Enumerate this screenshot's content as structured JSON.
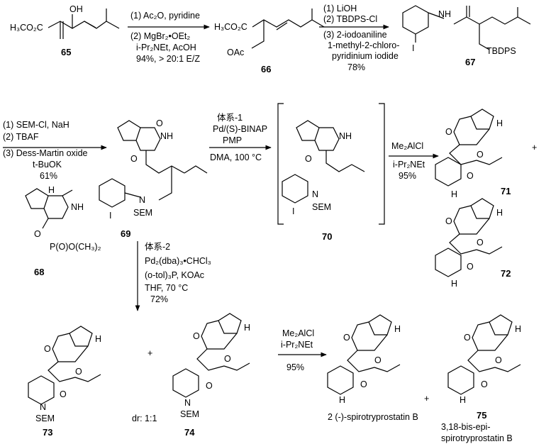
{
  "steps": {
    "s1": [
      "(1) Ac₂O, pyridine",
      "(2) MgBr₂•OEt₂",
      "i-Pr₂NEt, AcOH",
      "94%, > 20:1 E/Z"
    ],
    "s2": [
      "(1) LiOH",
      "(2) TBDPS-Cl",
      "(3) 2-iodoaniline",
      "1-methyl-2-chloro-",
      "pyridinium iodide",
      "78%"
    ],
    "s3": [
      "(1) SEM-Cl, NaH",
      "(2) TBAF",
      "(3) Dess-Martin oxide",
      "t-BuOK",
      "61%"
    ],
    "s4": [
      "体系-1",
      "Pd/(S)-BINAP",
      "PMP",
      "DMA, 100 °C"
    ],
    "s5": [
      "Me₂AlCl",
      "i-Pr₂NEt",
      "95%"
    ],
    "s6": [
      "体系-2",
      "Pd₂(dba)₃•CHCl₃",
      "(o-tol)₃P, KOAc",
      "THF, 70 °C",
      "72%"
    ],
    "s7": [
      "Me₂AlCl",
      "i-Pr₂NEt",
      "95%"
    ]
  },
  "compounds": {
    "c65": "65",
    "c66": "66",
    "c67": "67",
    "c68": "68",
    "c69": "69",
    "c70": "70",
    "c71": "71",
    "c72": "72",
    "c73": "73",
    "c74": "74",
    "c75": "75",
    "c2": "2 (-)-spirotryprostatin B",
    "c75_name_1": "3,18-bis-epi-",
    "c75_name_2": "spirotryprostatin B"
  },
  "atoms": {
    "h3co2c": "H₃CO₂C",
    "oh": "OH",
    "oac": "OAc",
    "i": "I",
    "tbdps": "TBDPS",
    "nh": "NH",
    "h": "H",
    "n": "N",
    "o": "O",
    "sem": "SEM",
    "po_me": "P(O)O(CH₃)₂"
  },
  "misc": {
    "dr": "dr: 1:1",
    "plus": "+"
  }
}
